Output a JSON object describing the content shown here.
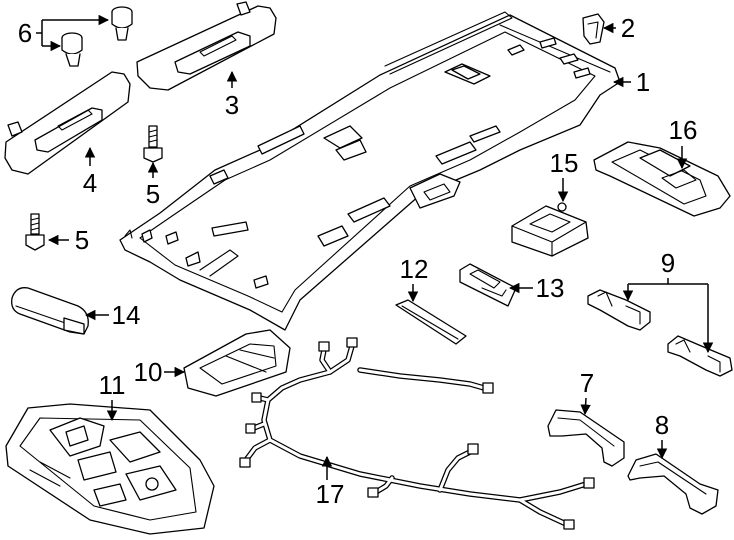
{
  "callouts": [
    "6",
    "2",
    "3",
    "1",
    "4",
    "5",
    "5",
    "16",
    "15",
    "9",
    "12",
    "13",
    "14",
    "10",
    "11",
    "7",
    "8",
    "17"
  ]
}
